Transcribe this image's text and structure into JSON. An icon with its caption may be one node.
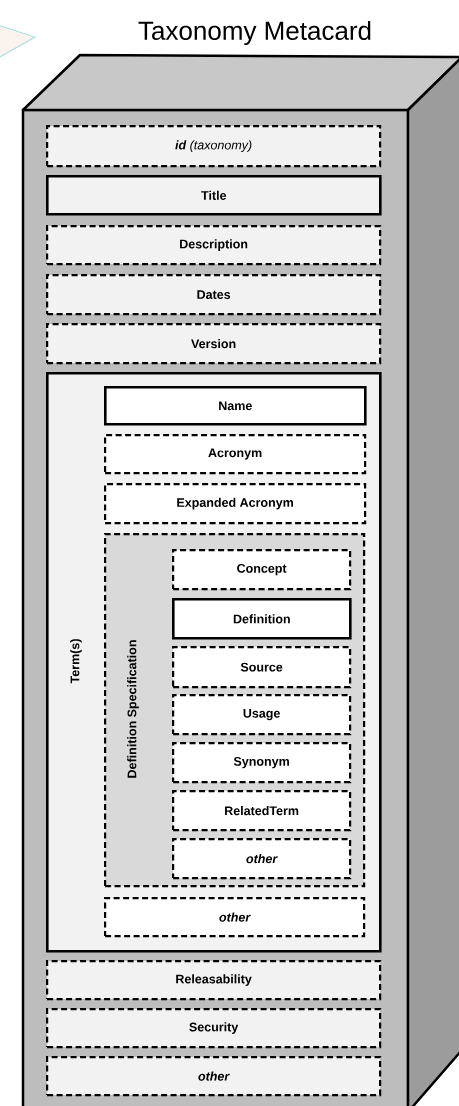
{
  "diagram": {
    "nodes": [
      {
        "text": [
          "Taxonomy Metacard"
        ]
      },
      {
        "text": [
          "**id** (taxonomy)"
        ],
        "in": 0
      },
      {
        "text": [
          "Title"
        ],
        "in": 0
      },
      {
        "text": [
          "Description"
        ],
        "in": 0
      },
      {
        "text": [
          "Dates"
        ],
        "in": 0
      },
      {
        "text": [
          "Version"
        ],
        "in": 0
      },
      {
        "text": [
          "Term(s)"
        ],
        "in": 0
      },
      {
        "text": [
          "Name"
        ],
        "in": 6
      },
      {
        "text": [
          "Acronym"
        ],
        "in": 6
      },
      {
        "text": [
          "Expanded Acronym"
        ],
        "in": 6
      },
      {
        "text": [
          "Definition Specification"
        ],
        "in": 6
      },
      {
        "text": [
          "Concept"
        ],
        "in": 10
      },
      {
        "text": [
          "Definition"
        ],
        "in": 10
      },
      {
        "text": [
          "Source"
        ],
        "in": 10
      },
      {
        "text": [
          "Usage"
        ],
        "in": 10
      },
      {
        "text": [
          "Synonym"
        ],
        "in": 10
      },
      {
        "text": [
          "RelatedTerm"
        ],
        "in": 10
      },
      {
        "text": [
          "other"
        ],
        "in": 10
      },
      {
        "text": [
          "other"
        ],
        "in": 6
      },
      {
        "text": [
          "Releasability"
        ],
        "in": 0
      },
      {
        "text": [
          "Security"
        ],
        "in": 0
      },
      {
        "text": [
          "other"
        ],
        "in": 0
      }
    ]
  }
}
